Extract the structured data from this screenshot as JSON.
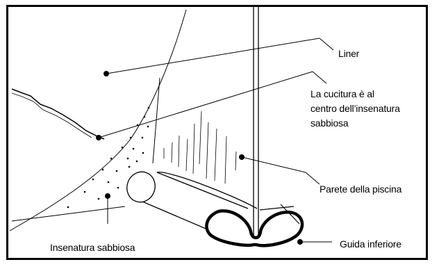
{
  "labels": {
    "liner": "Liner",
    "seam": [
      "La cucitura è al",
      "centro dell’insenatura",
      "sabbiosa"
    ],
    "pool_wall": "Parete della piscina",
    "sand_cove": "Insenatura sabbiosa",
    "bottom_track": "Guida inferiore"
  }
}
